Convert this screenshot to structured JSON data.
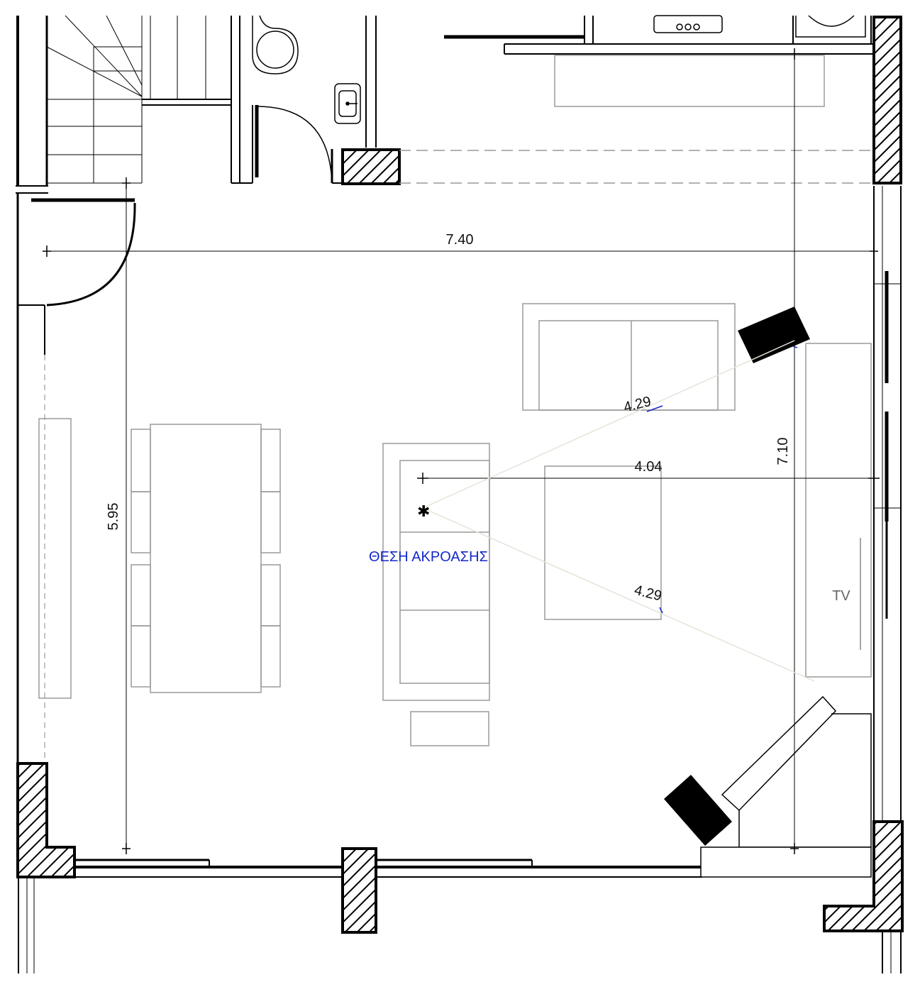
{
  "plan": {
    "dimensions": {
      "room_width": "7.40",
      "room_depth_left": "5.95",
      "room_depth_right": "7.10",
      "listening_to_wall": "4.04",
      "speaker_distance_left": "4.29",
      "speaker_distance_right": "4.29"
    },
    "labels": {
      "listening_position": "ΘΕΣΗ ΑΚΡΟΑΣΗΣ",
      "tv": "TV"
    },
    "colors": {
      "wall": "#000000",
      "furniture": "#9a9a9a",
      "hatch": "#000000",
      "speaker": "#000000",
      "label": "#1428c8"
    }
  }
}
